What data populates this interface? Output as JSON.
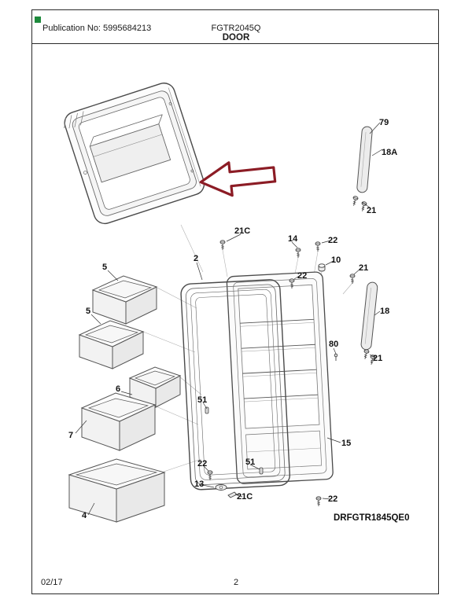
{
  "header": {
    "publication": "Publication No: 5995684213",
    "model": "FGTR2045Q",
    "section": "DOOR"
  },
  "diagram": {
    "drawing_code": "DRFGTR1845QE0",
    "arrow_color": "#8c1c25",
    "labels": [
      {
        "part": "79"
      },
      {
        "part": "18A"
      },
      {
        "part": "21"
      },
      {
        "part": "21C"
      },
      {
        "part": "14"
      },
      {
        "part": "22"
      },
      {
        "part": "10"
      },
      {
        "part": "22"
      },
      {
        "part": "21"
      },
      {
        "part": "2"
      },
      {
        "part": "5"
      },
      {
        "part": "5"
      },
      {
        "part": "6"
      },
      {
        "part": "7"
      },
      {
        "part": "4"
      },
      {
        "part": "51"
      },
      {
        "part": "22"
      },
      {
        "part": "51"
      },
      {
        "part": "13"
      },
      {
        "part": "21C"
      },
      {
        "part": "22"
      },
      {
        "part": "15"
      },
      {
        "part": "80"
      },
      {
        "part": "18"
      },
      {
        "part": "21"
      }
    ]
  },
  "footer": {
    "date": "02/17",
    "page": "2"
  }
}
